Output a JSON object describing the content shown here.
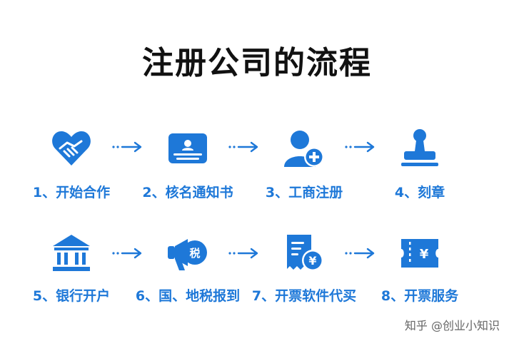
{
  "title": "注册公司的流程",
  "accent_color": "#1e78d8",
  "steps": [
    {
      "label": "1、开始合作",
      "icon": "handshake-icon"
    },
    {
      "label": "2、核名通知书",
      "icon": "id-card-icon"
    },
    {
      "label": "3、工商注册",
      "icon": "user-add-icon"
    },
    {
      "label": "4、刻章",
      "icon": "stamp-icon"
    },
    {
      "label": "5、银行开户",
      "icon": "bank-icon"
    },
    {
      "label": "6、国、地税报到",
      "icon": "megaphone-tax-icon",
      "icon_text": "税"
    },
    {
      "label": "7、开票软件代买",
      "icon": "receipt-yen-icon",
      "icon_text": "¥"
    },
    {
      "label": "8、开票服务",
      "icon": "ticket-yen-icon",
      "icon_text": "¥"
    }
  ],
  "watermark": "知乎 @创业小知识"
}
